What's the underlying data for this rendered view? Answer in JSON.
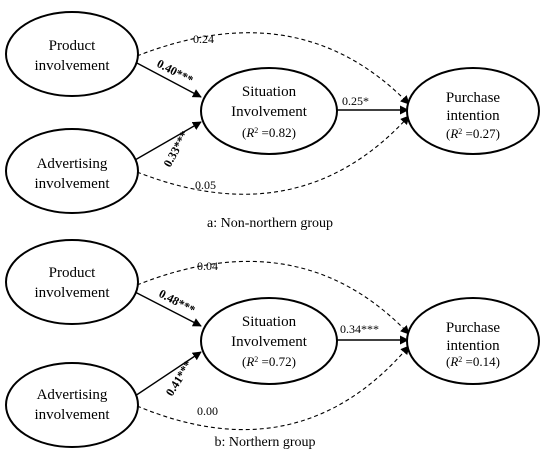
{
  "panels": [
    {
      "caption": "a: Non-northern group",
      "nodes": {
        "product": [
          "Product",
          "involvement"
        ],
        "advertising": [
          "Advertising",
          "involvement"
        ],
        "situation": [
          "Situation",
          "Involvement"
        ],
        "purchase": [
          "Purchase",
          "intention"
        ]
      },
      "r2": {
        "situation": "0.82",
        "purchase": "0.27"
      },
      "paths": {
        "product_situation": "0.40***",
        "advertising_situation": "0.33***",
        "situation_purchase": "0.25*",
        "product_purchase": "0.24",
        "advertising_purchase": "0.05"
      }
    },
    {
      "caption": "b: Northern group",
      "nodes": {
        "product": [
          "Product",
          "involvement"
        ],
        "advertising": [
          "Advertising",
          "involvement"
        ],
        "situation": [
          "Situation",
          "Involvement"
        ],
        "purchase": [
          "Purchase",
          "intention"
        ]
      },
      "r2": {
        "situation": "0.72",
        "purchase": "0.14"
      },
      "paths": {
        "product_situation": "0.48***",
        "advertising_situation": "0.41***",
        "situation_purchase": "0.34***",
        "product_purchase": "0.04",
        "advertising_purchase": "0.00"
      }
    }
  ]
}
